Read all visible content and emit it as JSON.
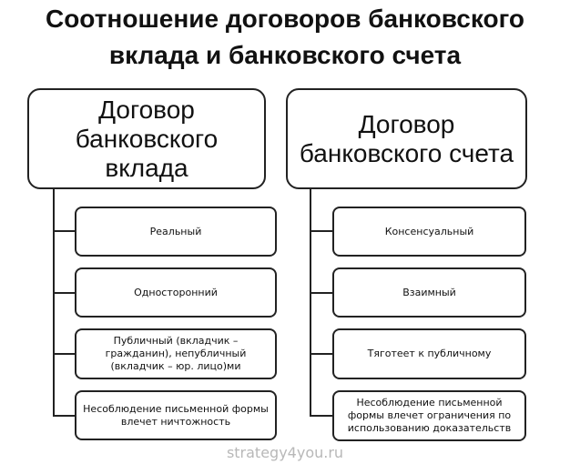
{
  "title_lines": [
    "Соотношение договоров банковского",
    "вклада и банковского счета"
  ],
  "watermark": "strategy4you.ru",
  "left": {
    "header": "Договор банковского вклада",
    "items": [
      "Реальный",
      "Односторонний",
      "Публичный (вкладчик – гражданин), непубличный (вкладчик – юр. лицо)ми",
      "Несоблюдение письменной формы влечет ничтожность"
    ]
  },
  "right": {
    "header": "Договор банковского счета",
    "items": [
      "Консенсуальный",
      "Взаимный",
      "Тяготеет к публичному",
      "Несоблюдение письменной формы влечет ограничения по использованию доказательств"
    ]
  }
}
